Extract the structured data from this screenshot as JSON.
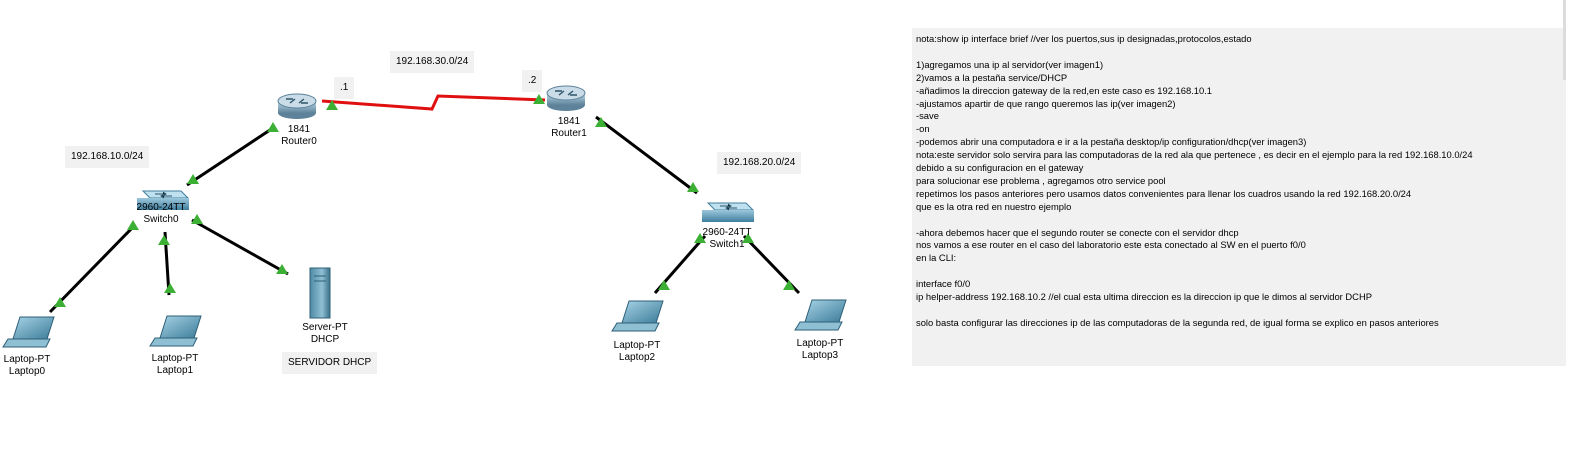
{
  "network_labels": {
    "net_10": "192.168.10.0/24",
    "net_20": "192.168.20.0/24",
    "net_30": "192.168.30.0/24",
    "r0_suffix": ".1",
    "r1_suffix": ".2",
    "server_tag": "SERVIDOR DHCP"
  },
  "devices": {
    "router0": {
      "model": "1841",
      "name": "Router0"
    },
    "router1": {
      "model": "1841",
      "name": "Router1"
    },
    "switch0": {
      "model": "2960-24TT",
      "name": "Switch0"
    },
    "switch1": {
      "model": "2960-24TT",
      "name": "Switch1"
    },
    "server": {
      "model": "Server-PT",
      "name": "DHCP"
    },
    "laptop0": {
      "model": "Laptop-PT",
      "name": "Laptop0"
    },
    "laptop1": {
      "model": "Laptop-PT",
      "name": "Laptop1"
    },
    "laptop2": {
      "model": "Laptop-PT",
      "name": "Laptop2"
    },
    "laptop3": {
      "model": "Laptop-PT",
      "name": "Laptop3"
    }
  },
  "colors": {
    "cable_straight": "#000000",
    "cable_serial": "#e01010",
    "link_up": "#3cb034",
    "note_bg": "#f1f1f1"
  },
  "notes": [
    "nota:show ip interface brief //ver los puertos,sus ip designadas,protocolos,estado",
    "",
    "1)agregamos una ip al servidor(ver imagen1)",
    "2)vamos a la pestaña service/DHCP",
    "-añadimos la direccion gateway de la red,en este caso es 192.168.10.1",
    "-ajustamos apartir de que rango queremos las ip(ver imagen2)",
    "-save",
    "-on",
    "-podemos abrir una computadora e ir a la pestaña desktop/ip configuration/dhcp(ver imagen3)",
    "nota:este servidor solo servira para las computadoras de la red ala que pertenece , es decir en el ejemplo para la red 192.168.10.0/24",
    "debido a su configuracion en el gateway",
    "para solucionar ese problema , agregamos otro service pool",
    "repetimos los pasos anteriores pero usamos datos convenientes para llenar los cuadros usando la red 192.168.20.0/24",
    "que es la otra red en nuestro ejemplo",
    "",
    "-ahora debemos hacer que el segundo router se conecte con el servidor dhcp",
    "nos vamos a ese router en el caso del laboratorio este esta conectado al SW en el puerto f0/0",
    "en la CLI:",
    "",
    "interface f0/0",
    "ip helper-address 192.168.10.2 //el cual esta ultima direccion es la direccion ip que le dimos al servidor DCHP",
    "",
    "solo basta configurar las direcciones ip de las computadoras de la segunda red, de igual forma se explico en pasos anteriores"
  ]
}
